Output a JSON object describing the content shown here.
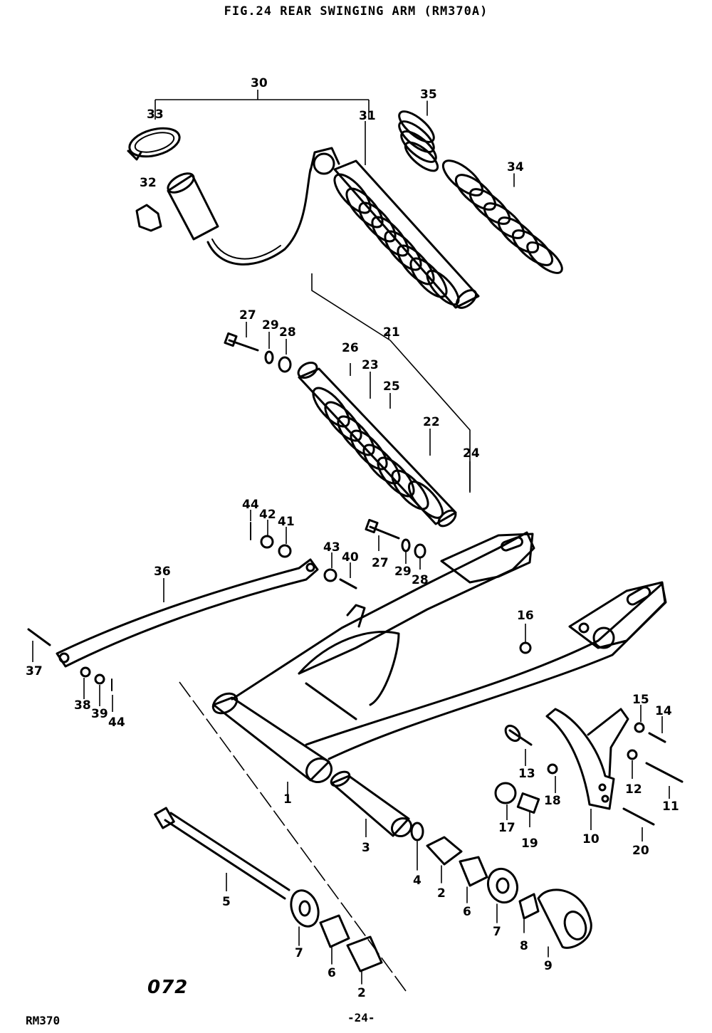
{
  "figure": {
    "title": "FIG.24  REAR SWINGING ARM  (RM370A)",
    "model_code": "RM370",
    "page_number": "-24-",
    "drawing_code": "072"
  },
  "part_labels": [
    {
      "id": "p30",
      "text": "30"
    },
    {
      "id": "p33",
      "text": "33"
    },
    {
      "id": "p31",
      "text": "31"
    },
    {
      "id": "p35",
      "text": "35"
    },
    {
      "id": "p34",
      "text": "34"
    },
    {
      "id": "p32",
      "text": "32"
    },
    {
      "id": "p27a",
      "text": "27"
    },
    {
      "id": "p29a",
      "text": "29"
    },
    {
      "id": "p28a",
      "text": "28"
    },
    {
      "id": "p21",
      "text": "21"
    },
    {
      "id": "p26",
      "text": "26"
    },
    {
      "id": "p23",
      "text": "23"
    },
    {
      "id": "p25",
      "text": "25"
    },
    {
      "id": "p22",
      "text": "22"
    },
    {
      "id": "p24",
      "text": "24"
    },
    {
      "id": "p44a",
      "text": "44"
    },
    {
      "id": "p42",
      "text": "42"
    },
    {
      "id": "p41",
      "text": "41"
    },
    {
      "id": "p43",
      "text": "43"
    },
    {
      "id": "p40",
      "text": "40"
    },
    {
      "id": "p36",
      "text": "36"
    },
    {
      "id": "p27b",
      "text": "27"
    },
    {
      "id": "p29b",
      "text": "29"
    },
    {
      "id": "p28b",
      "text": "28"
    },
    {
      "id": "p16",
      "text": "16"
    },
    {
      "id": "p37",
      "text": "37"
    },
    {
      "id": "p38",
      "text": "38"
    },
    {
      "id": "p39",
      "text": "39"
    },
    {
      "id": "p44b",
      "text": "44"
    },
    {
      "id": "p15",
      "text": "15"
    },
    {
      "id": "p14",
      "text": "14"
    },
    {
      "id": "p13",
      "text": "13"
    },
    {
      "id": "p12",
      "text": "12"
    },
    {
      "id": "p1",
      "text": "1"
    },
    {
      "id": "p18",
      "text": "18"
    },
    {
      "id": "p11",
      "text": "11"
    },
    {
      "id": "p17",
      "text": "17"
    },
    {
      "id": "p19",
      "text": "19"
    },
    {
      "id": "p10",
      "text": "10"
    },
    {
      "id": "p3",
      "text": "3"
    },
    {
      "id": "p20",
      "text": "20"
    },
    {
      "id": "p4",
      "text": "4"
    },
    {
      "id": "p2a",
      "text": "2"
    },
    {
      "id": "p6a",
      "text": "6"
    },
    {
      "id": "p5",
      "text": "5"
    },
    {
      "id": "p7a",
      "text": "7"
    },
    {
      "id": "p7b",
      "text": "7"
    },
    {
      "id": "p8",
      "text": "8"
    },
    {
      "id": "p9",
      "text": "9"
    },
    {
      "id": "p6b",
      "text": "6"
    },
    {
      "id": "p2b",
      "text": "2"
    }
  ]
}
